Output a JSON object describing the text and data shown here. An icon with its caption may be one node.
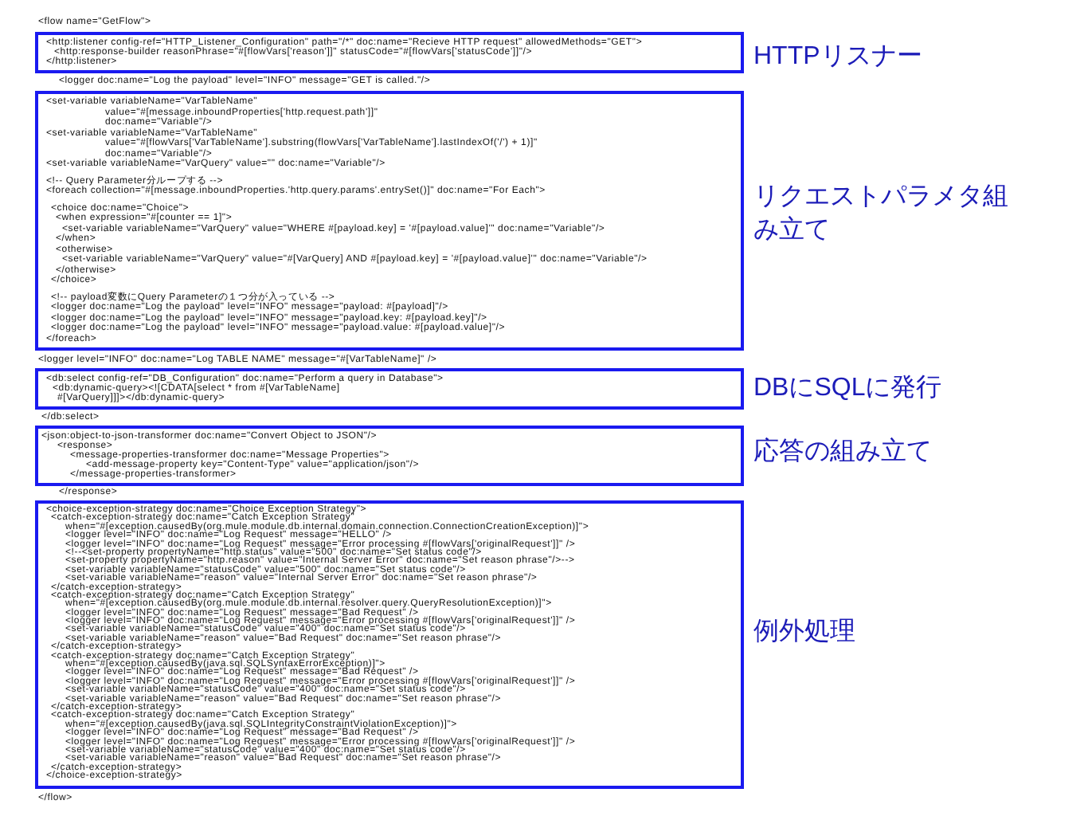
{
  "diagram": {
    "nodes": [
      {
        "text": [
          "<http:listener config-ref=\"HTTP_Listener_Configuration\" path=\"/*\" doc:name=\"Recieve HTTP request\" allowedMethods=\"GET\">",
          "<http:response-builder reasonPhrase=\"#[flowVars['reason']]\" statusCode=\"#[flowVars['statusCode']]\"/>",
          "</http:listener>"
        ],
        "beside": [
          "HTTPリスナー"
        ]
      },
      {
        "text": [
          "<set-variable variableName=\"VarTableName\"",
          "value=\"#[message.inboundProperties['http.request.path']]\"",
          "doc:name=\"Variable\"/>",
          "<set-variable variableName=\"VarTableName\"",
          "value=\"#[flowVars['VarTableName'].substring(flowVars['VarTableName'].lastIndexOf('/') + 1)]\"",
          "doc:name=\"Variable\"/>",
          "<set-variable variableName=\"VarQuery\" value=\"\" doc:name=\"Variable\"/>",
          "<!-- Query Parameter分ループする -->",
          "<foreach collection=\"#[message.inboundProperties.'http.query.params'.entrySet()]\" doc:name=\"For Each\">",
          "<choice doc:name=\"Choice\">",
          "<when expression=\"#[counter == 1]\">",
          "<set-variable variableName=\"VarQuery\" value=\"WHERE #[payload.key] = '#[payload.value]'\" doc:name=\"Variable\"/>",
          "</when>",
          "<otherwise>",
          "<set-variable variableName=\"VarQuery\" value=\"#[VarQuery] AND #[payload.key] = '#[payload.value]'\" doc:name=\"Variable\"/>",
          "</otherwise>",
          "</choice>",
          "<!-- payload変数にQuery Parameterの１つ分が入っている -->",
          "<logger doc:name=\"Log the payload\" level=\"INFO\" message=\"payload: #[payload]\"/>",
          "<logger doc:name=\"Log the payload\" level=\"INFO\" message=\"payload.key: #[payload.key]\"/>",
          "<logger doc:name=\"Log the payload\" level=\"INFO\" message=\"payload.value: #[payload.value]\"/>",
          "</foreach>"
        ],
        "beside": [
          "リクエストパラメタ組み立て"
        ]
      },
      {
        "text": [
          "<db:select config-ref=\"DB_Configuration\" doc:name=\"Perform a query in Database\">",
          "<db:dynamic-query><![CDATA[select * from #[VarTableName]",
          "#[VarQuery]]]></db:dynamic-query>"
        ],
        "beside": [
          "DBにSQLに発行"
        ]
      },
      {
        "text": [
          "<json:object-to-json-transformer doc:name=\"Convert Object to JSON\"/>",
          "<response>",
          "<message-properties-transformer doc:name=\"Message Properties\">",
          "<add-message-property key=\"Content-Type\" value=\"application/json\"/>",
          "</message-properties-transformer>"
        ],
        "beside": [
          "応答の組み立て"
        ]
      },
      {
        "text": [
          "<choice-exception-strategy doc:name=\"Choice Exception Strategy\">",
          "<catch-exception-strategy doc:name=\"Catch Exception Strategy\"",
          "when=\"#[exception.causedBy(org.mule.module.db.internal.domain.connection.ConnectionCreationException)]\">",
          "<logger level=\"INFO\" doc:name=\"Log Request\" message=\"HELLO\" />",
          "<logger level=\"INFO\" doc:name=\"Log Request\" message=\"Error processing #[flowVars['originalRequest']]\" />",
          "<!--<set-property propertyName=\"http.status\" value=\"500\" doc:name=\"Set status code\"/>",
          "<set-property propertyName=\"http.reason\" value=\"Internal Server Error\" doc:name=\"Set reason phrase\"/>-->",
          "<set-variable variableName=\"statusCode\" value=\"500\" doc:name=\"Set status code\"/>",
          "<set-variable variableName=\"reason\" value=\"Internal Server Error\" doc:name=\"Set reason phrase\"/>",
          "</catch-exception-strategy>",
          "<catch-exception-strategy doc:name=\"Catch Exception Strategy\"",
          "when=\"#[exception.causedBy(org.mule.module.db.internal.resolver.query.QueryResolutionException)]\">",
          "<logger level=\"INFO\" doc:name=\"Log Request\" message=\"Bad Request\" />",
          "<logger level=\"INFO\" doc:name=\"Log Request\" message=\"Error processing #[flowVars['originalRequest']]\" />",
          "<set-variable variableName=\"statusCode\" value=\"400\" doc:name=\"Set status code\"/>",
          "<set-variable variableName=\"reason\" value=\"Bad Request\" doc:name=\"Set reason phrase\"/>",
          "</catch-exception-strategy>",
          "<catch-exception-strategy doc:name=\"Catch Exception Strategy\"",
          "when=\"#[exception.causedBy(java.sql.SQLSyntaxErrorException)]\">",
          "<logger level=\"INFO\" doc:name=\"Log Request\" message=\"Bad Request\" />",
          "<logger level=\"INFO\" doc:name=\"Log Request\" message=\"Error processing #[flowVars['originalRequest']]\" />",
          "<set-variable variableName=\"statusCode\" value=\"400\" doc:name=\"Set status code\"/>",
          "<set-variable variableName=\"reason\" value=\"Bad Request\" doc:name=\"Set reason phrase\"/>",
          "</catch-exception-strategy>",
          "<catch-exception-strategy doc:name=\"Catch Exception Strategy\"",
          "when=\"#[exception.causedBy(java.sql.SQLIntegrityConstraintViolationException)]\">",
          "<logger level=\"INFO\" doc:name=\"Log Request\" message=\"Bad Request\" />",
          "<logger level=\"INFO\" doc:name=\"Log Request\" message=\"Error processing #[flowVars['originalRequest']]\" />",
          "<set-variable variableName=\"statusCode\" value=\"400\" doc:name=\"Set status code\"/>",
          "<set-variable variableName=\"reason\" value=\"Bad Request\" doc:name=\"Set reason phrase\"/>",
          "</catch-exception-strategy>",
          "</choice-exception-strategy>"
        ],
        "beside": [
          "例外処理"
        ]
      }
    ],
    "labels": [
      "<flow name=\"GetFlow\">",
      "<logger doc:name=\"Log the payload\" level=\"INFO\" message=\"GET is called.\"/>",
      "<logger level=\"INFO\" doc:name=\"Log TABLE NAME\" message=\"#[VarTableName]\" />",
      "</db:select>",
      "</response>",
      "</flow>"
    ]
  }
}
